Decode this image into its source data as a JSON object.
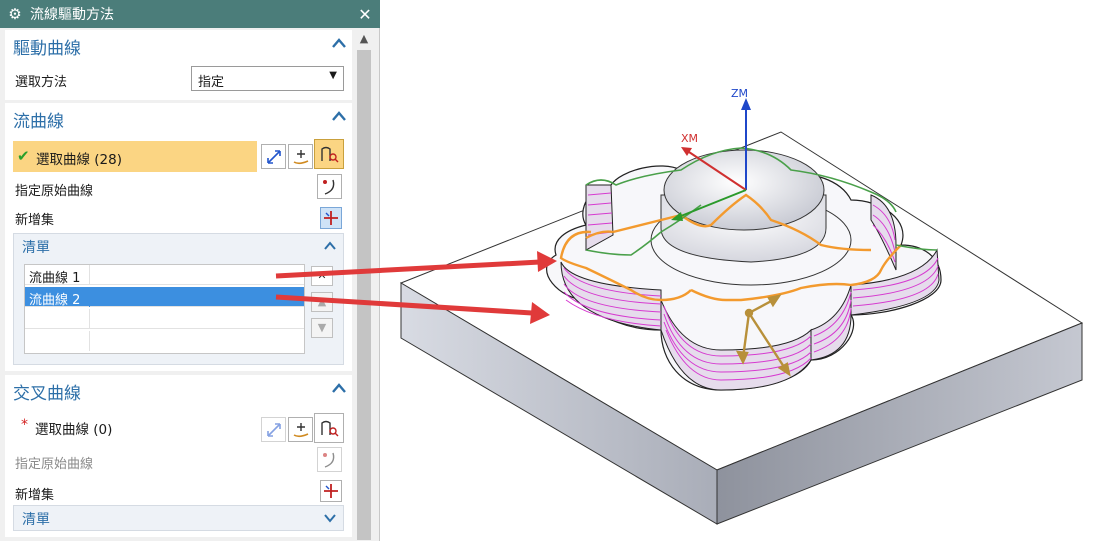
{
  "dialog": {
    "title": "流線驅動方法",
    "close_glyph": "✕",
    "gear_glyph": "⚙"
  },
  "drive_curves": {
    "title": "驅動曲線",
    "method_label": "選取方法",
    "method_value": "指定"
  },
  "flow_curves": {
    "title": "流曲線",
    "select_label": "選取曲線 (28)",
    "specify_origin_label": "指定原始曲線",
    "add_set_label": "新增集",
    "list_title": "清單",
    "list_items": [
      "流曲線 1",
      "流曲線 2"
    ],
    "selected_index": 1
  },
  "cross_curves": {
    "title": "交叉曲線",
    "select_label": "選取曲線 (0)",
    "specify_origin_label": "指定原始曲線",
    "add_set_label": "新增集",
    "list_title": "清單"
  },
  "viewport": {
    "axis_z": "ZM",
    "axis_x": "XM"
  },
  "colors": {
    "titlebar": "#4b7d7a",
    "section_title": "#2d6fa8",
    "selection": "#fbd583",
    "list_selected": "#3c8fe0",
    "arrow": "#e03a3a",
    "toolpath": "#d63ad0",
    "flow_curve": "#f39a2e",
    "cross_curve": "#4aa04a"
  }
}
